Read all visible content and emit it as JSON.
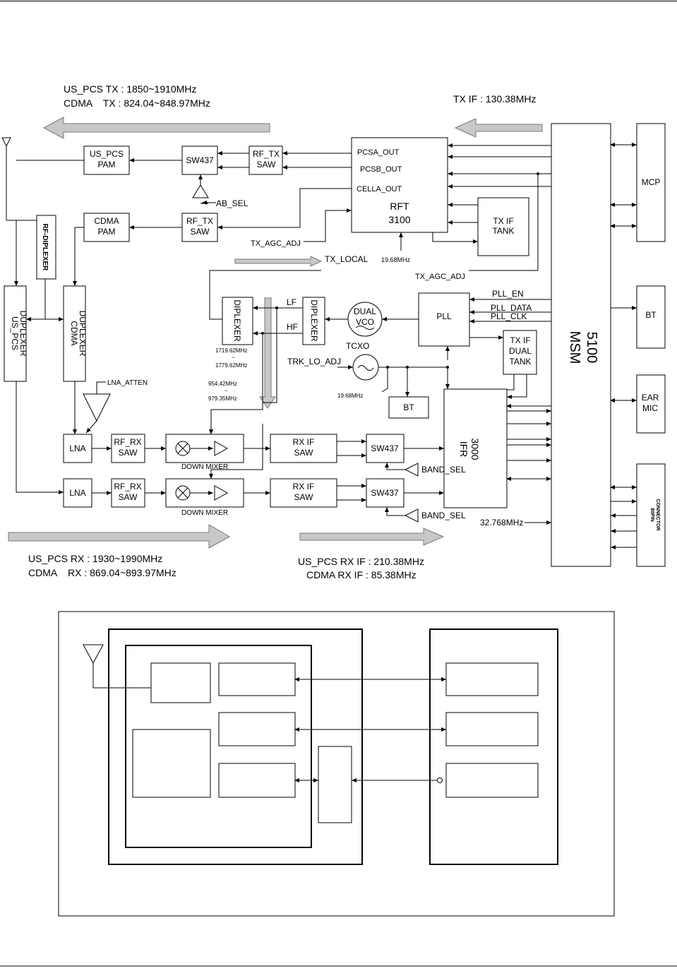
{
  "header_band": {
    "tx_freq_1": "US_PCS TX : 1850~1910MHz",
    "tx_freq_2": "CDMA    TX : 824.04~848.97MHz",
    "tx_if": "TX IF : 130.38MHz",
    "rx_freq_1": "US_PCS RX : 1930~1990MHz",
    "rx_freq_2": "CDMA    RX : 869.04~893.97MHz",
    "rx_if_1": "US_PCS RX IF : 210.38MHz",
    "rx_if_2": "CDMA RX IF : 85.38MHz"
  },
  "blocks": {
    "us_pcs_pam": [
      "US_PCS",
      "PAM"
    ],
    "cdma_pam": [
      "CDMA",
      "PAM"
    ],
    "sw437": "SW437",
    "rf_tx_saw": [
      "RF_TX",
      "SAW"
    ],
    "rf_diplexer": "RF-DIPLEXER",
    "us_pcs_duplexer": [
      "US_PCS",
      "DUPLEXER"
    ],
    "cdma_duplexer": [
      "CDMA",
      "DUPLEXER"
    ],
    "rft": [
      "RFT",
      "3100"
    ],
    "rft_pins": [
      "PCSA_OUT",
      "PCSB_OUT",
      "CELLA_OUT"
    ],
    "tx_if_tank": [
      "TX IF",
      "TANK"
    ],
    "msm": [
      "MSM",
      "5100"
    ],
    "mcp": "MCP",
    "bt": "BT",
    "ear_mic": [
      "EAR",
      "MIC"
    ],
    "connector": [
      "80PIN",
      "CONNECTOR"
    ],
    "diplexer": "DIPLEXER",
    "dual_vco": [
      "DUAL",
      "VCO"
    ],
    "pll": "PLL",
    "tx_if_dual_tank": [
      "TX IF",
      "DUAL",
      "TANK"
    ],
    "tcxo": "TCXO",
    "lna": "LNA",
    "rf_rx_saw": [
      "RF_RX",
      "SAW"
    ],
    "down_mixer": "DOWN MIXER",
    "rx_if_saw": [
      "RX IF",
      "SAW"
    ],
    "ifr": [
      "IFR",
      "3000"
    ]
  },
  "signals": {
    "ab_sel": "AB_SEL",
    "tx_agc_adj": "TX_AGC_ADJ",
    "tx_local": "TX_LOCAL",
    "freq_1968": "19.68MHz",
    "lf": "LF",
    "hf": "HF",
    "pll_en": "PLL_EN",
    "pll_data": "PLL_DATA",
    "pll_clk": "PLL_CLK",
    "diplexer_freq_1": "1719.62MHz",
    "diplexer_freq_sep": "~",
    "diplexer_freq_2": "1779.62MHz",
    "trk_lo_adj": "TRK_LO_ADJ",
    "lo_freq_1": "954.42MHz",
    "lo_freq_sep": "~",
    "lo_freq_2": "979.35MHz",
    "lna_atten": "LNA_ATTEN",
    "band_sel": "BAND_SEL",
    "freq_32768": "32.768MHz"
  }
}
